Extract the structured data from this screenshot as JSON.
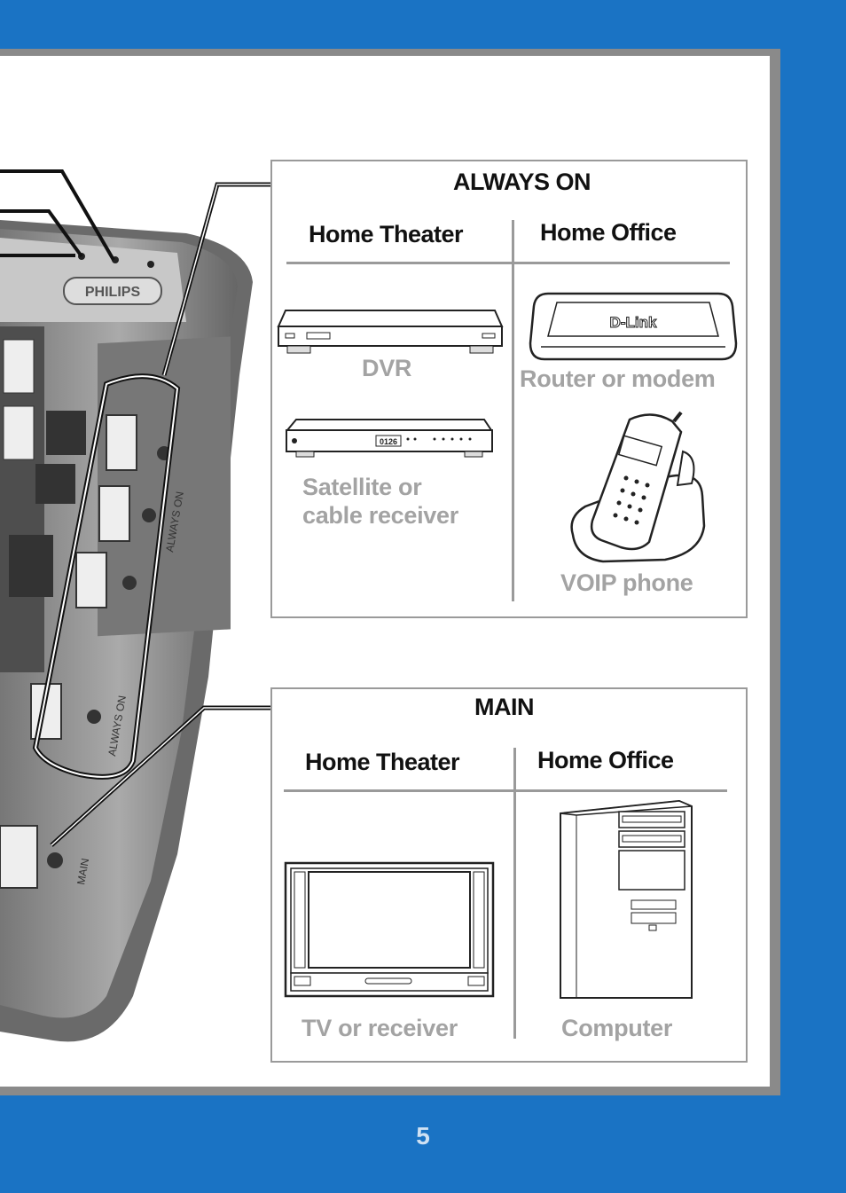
{
  "always_on": {
    "title": "ALWAYS ON",
    "home_theater": {
      "heading": "Home Theater",
      "devices": [
        "DVR",
        "Satellite or\ncable receiver"
      ]
    },
    "home_office": {
      "heading": "Home Office",
      "devices": [
        "Router or modem",
        "VOIP phone"
      ]
    }
  },
  "main": {
    "title": "MAIN",
    "home_theater": {
      "heading": "Home Theater",
      "devices": [
        "TV or receiver"
      ]
    },
    "home_office": {
      "heading": "Home Office",
      "devices": [
        "Computer"
      ]
    }
  },
  "strip_labels": {
    "brand": "PHILIPS",
    "always_on_a": "ALWAYS ON",
    "always_on_b": "ALWAYS ON",
    "main": "MAIN",
    "router_logo": "D-Link",
    "satellite_display": "0126"
  },
  "page_number": "5",
  "colors": {
    "background": "#1a73c4",
    "panel_border": "#9a9a9a",
    "caption": "#a3a3a3"
  }
}
